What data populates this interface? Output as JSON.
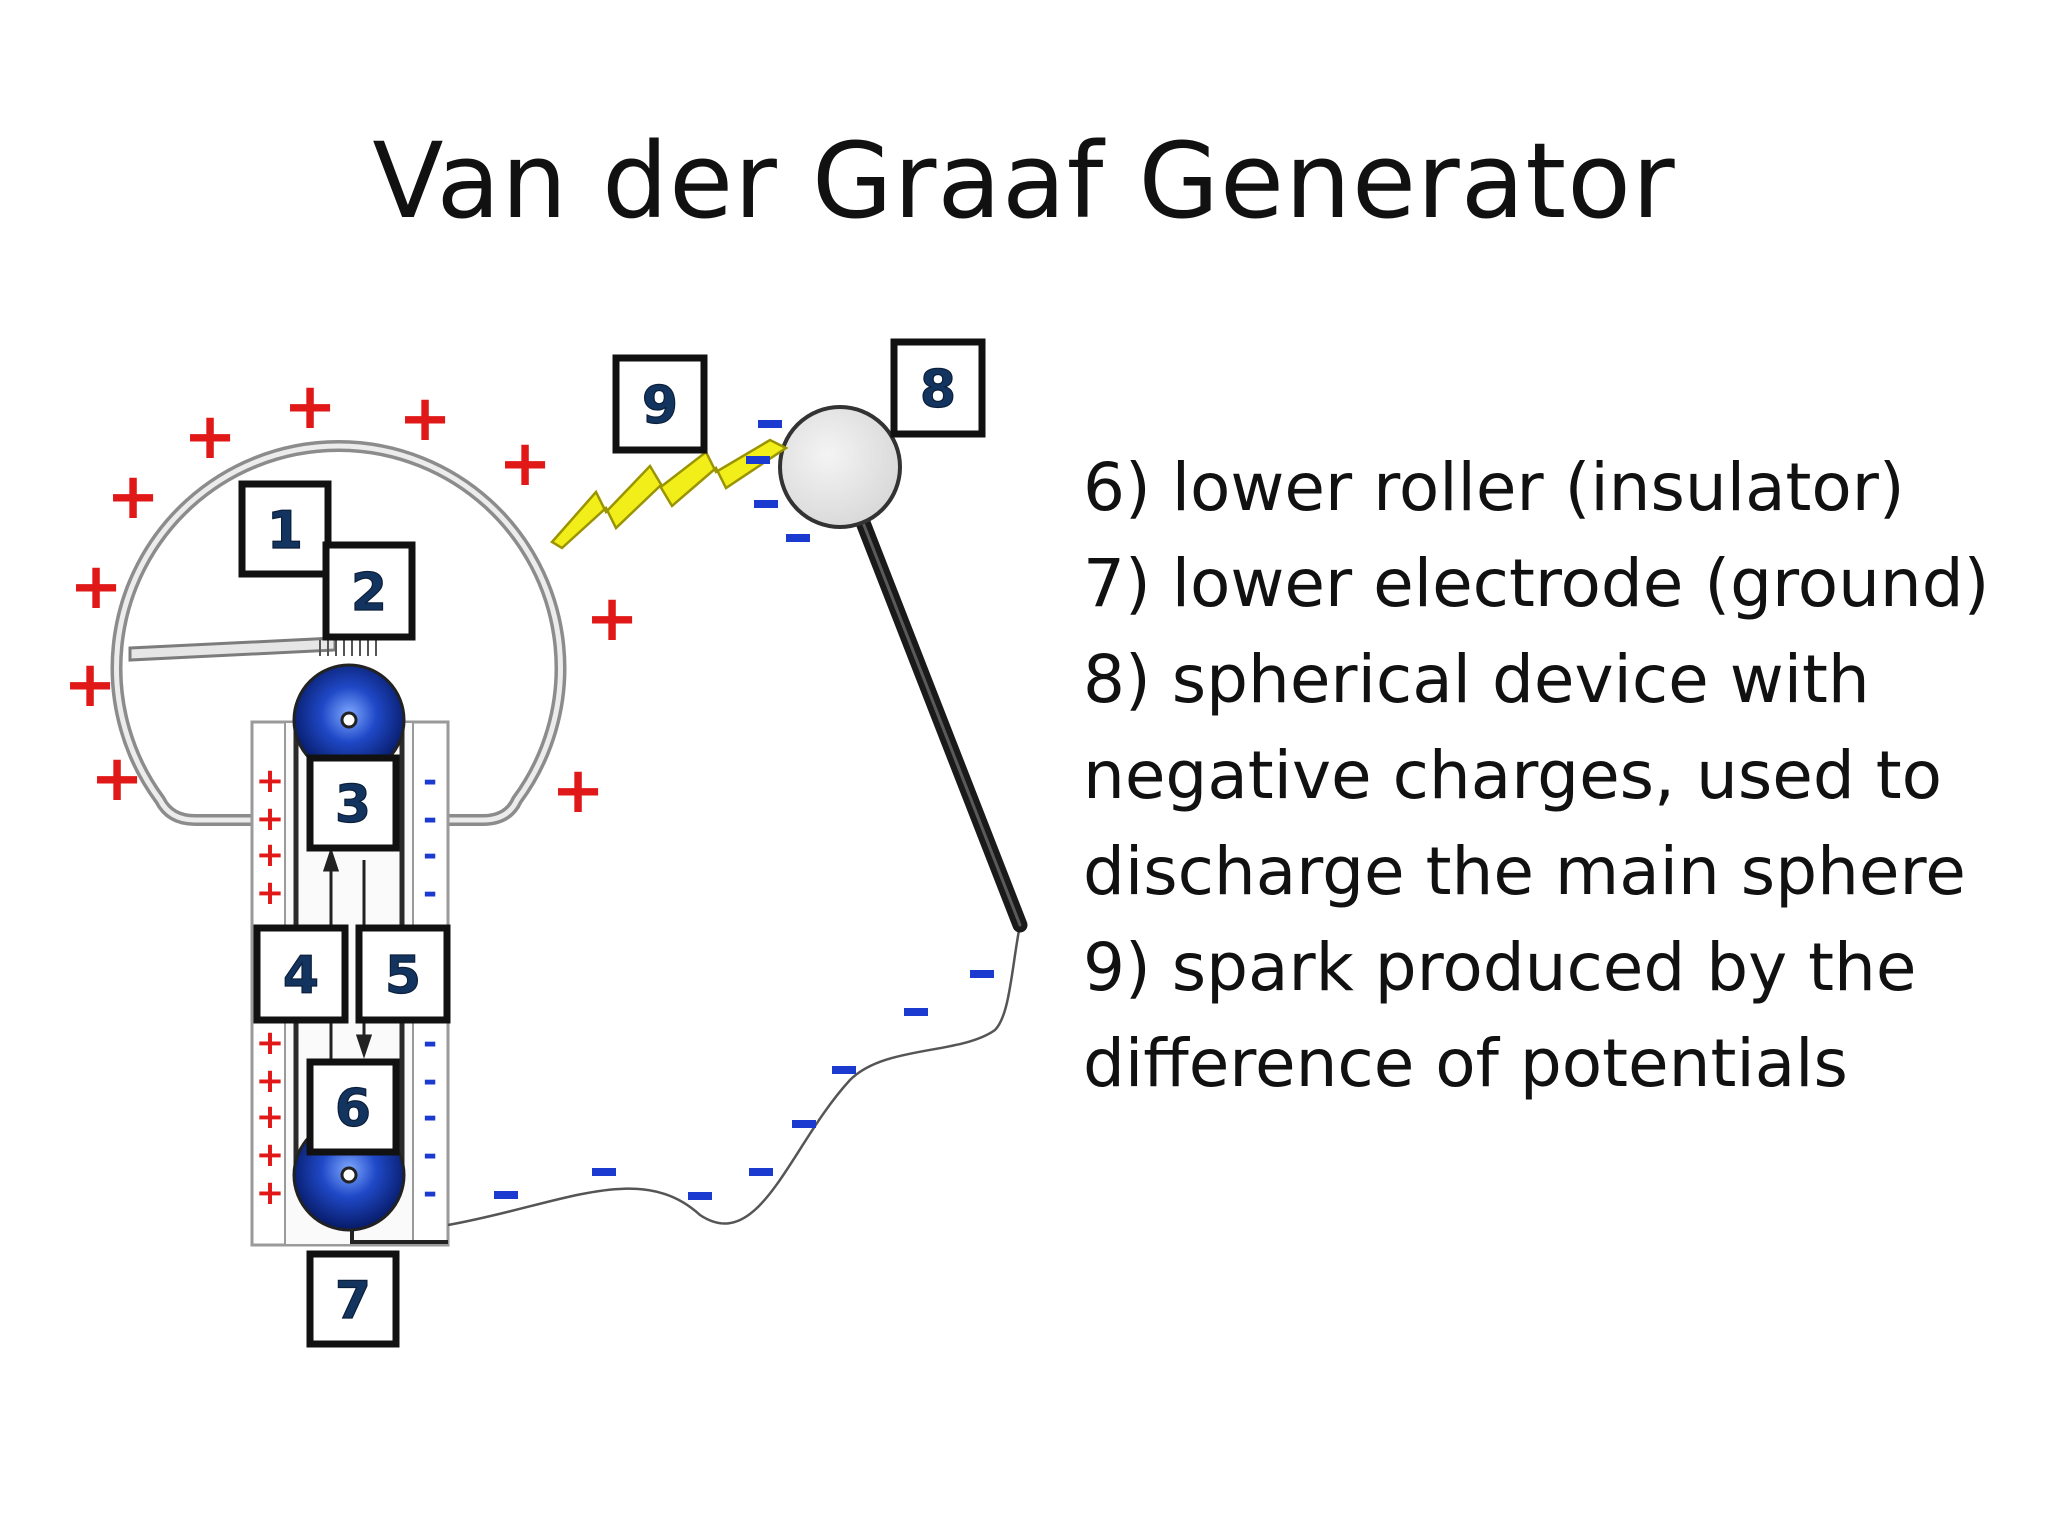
{
  "title": "Van der Graaf Generator",
  "legend_lines": [
    "6) lower roller (insulator)",
    "7) lower electrode (ground)",
    "8) spherical device with",
    "negative charges, used to",
    "discharge the main sphere",
    "9) spark produced by the",
    "difference of potentials"
  ],
  "labels": [
    "1",
    "2",
    "3",
    "4",
    "5",
    "6",
    "7",
    "8",
    "9"
  ],
  "charges": {
    "plus": "+",
    "minus": "-"
  },
  "colors": {
    "plus": "#e01818",
    "minus": "#1a3ad0",
    "roller": "#1a3fb5",
    "spark": "#f2ee1a",
    "label_text": "#13345f"
  }
}
